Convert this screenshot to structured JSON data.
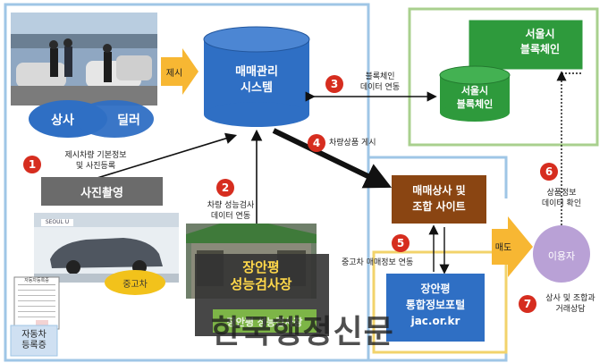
{
  "colors": {
    "frame": "#9fc6e6",
    "seoul_frame": "#a9d08e",
    "seoul_fill": "#2e9a3c",
    "system_fill": "#2f6fc4",
    "dealer_site_fill": "#8a4512",
    "portal_fill": "#2f6fc4",
    "portal_frame": "#f2d36b",
    "user_fill": "#b9a1d6",
    "badge_fill": "#d62d1f",
    "gray_box": "#6b6b6b",
    "arrow_yellow": "#f7b733",
    "hw_label_green": "#7db547",
    "used_car_badge": "#f2c21b"
  },
  "dealer_photo": {
    "dealer_company_label": "상사",
    "dealer_person_label": "딜러"
  },
  "display_arrow": {
    "label": "제시"
  },
  "management_system": {
    "label": "매매관리\n시스템"
  },
  "seoul_blockchain": {
    "back_label": "서울시\n블록체인",
    "front_label": "서울시\n블록체인"
  },
  "steps": {
    "step1": {
      "number": "1",
      "text": "제시차량 기본정보\n및 사진등록"
    },
    "step2": {
      "number": "2",
      "text": "차량 성능검사\n데이터 연동"
    },
    "step3": {
      "number": "3",
      "text": "블록체인\n데이터 연동"
    },
    "step4": {
      "number": "4",
      "text": "차량상품 게시"
    },
    "step5": {
      "number": "5",
      "text": "중고차 매매정보 연동"
    },
    "step6": {
      "number": "6",
      "text": "상품정보\n데이터 확인"
    },
    "step7": {
      "number": "7",
      "text": "상사 및 조합과\n거래상담"
    }
  },
  "photo_shoot": {
    "label": "사진촬영"
  },
  "inspection_center": {
    "label": "장안평\n성능검사장",
    "hidden_label": "장안평 성능검사장"
  },
  "showroom_photo": {
    "used_car_label": "중고차",
    "sign_text": "SEOUL U"
  },
  "car_doc": {
    "label": "자동차\n등록증",
    "doc_title": "자동차등록증"
  },
  "dealer_site": {
    "label": "매매상사 및\n조합 사이트"
  },
  "portal": {
    "label": "장안평\n통합정보포털\njac.or.kr"
  },
  "sale_arrow": {
    "label": "매도"
  },
  "user": {
    "label": "이용자"
  },
  "watermark": {
    "text": "한국행정신문"
  }
}
